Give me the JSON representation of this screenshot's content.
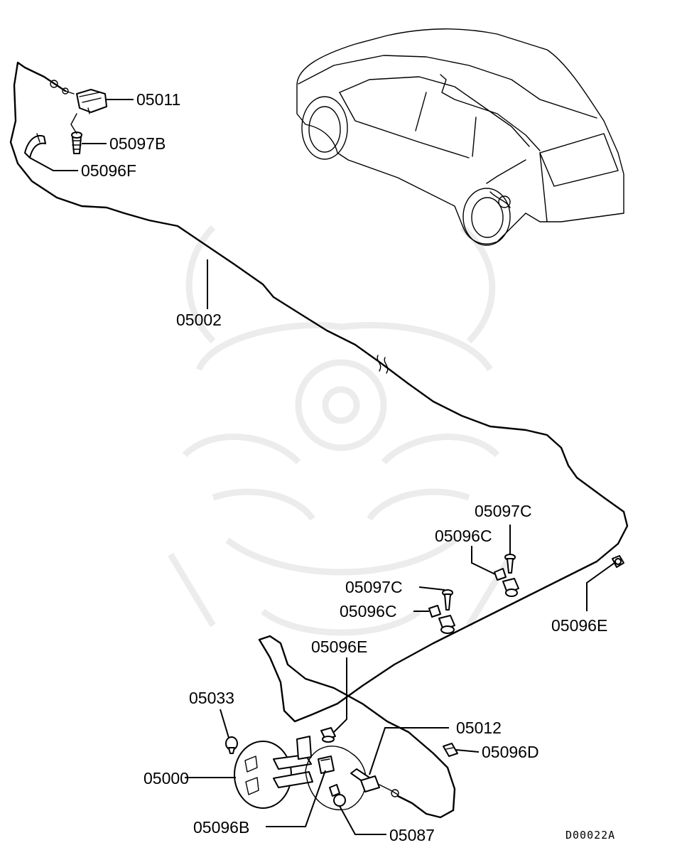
{
  "diagram": {
    "code": "D00022A",
    "labels": {
      "p05011": "05011",
      "p05097B": "05097B",
      "p05096F": "05096F",
      "p05002": "05002",
      "p05097C_a": "05097C",
      "p05096C_a": "05096C",
      "p05097C_b": "05097C",
      "p05096C_b": "05096C",
      "p05096E_a": "05096E",
      "p05096E_b": "05096E",
      "p05033": "05033",
      "p05012": "05012",
      "p05096D": "05096D",
      "p05000": "05000",
      "p05096B": "05096B",
      "p05087": "05087"
    }
  }
}
